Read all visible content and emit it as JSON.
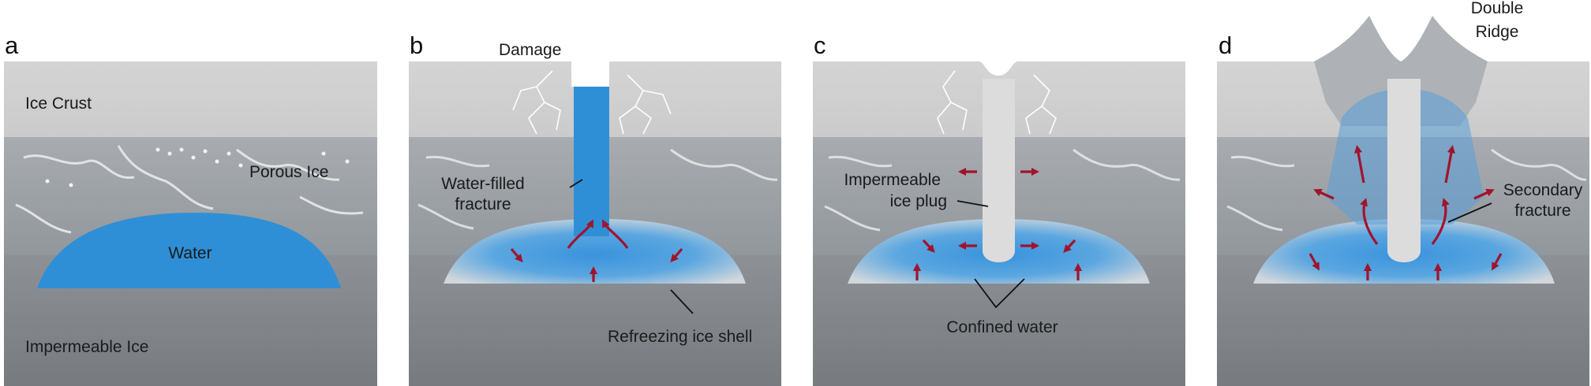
{
  "panels": {
    "a": {
      "letter": "a",
      "labels": {
        "ice_crust": "Ice Crust",
        "porous_ice": "Porous Ice",
        "water": "Water",
        "impermeable_ice": "Impermeable Ice"
      }
    },
    "b": {
      "letter": "b",
      "labels": {
        "damage": "Damage",
        "fracture_1": "Water-filled",
        "fracture_2": "fracture",
        "refreezing": "Refreezing ice shell"
      }
    },
    "c": {
      "letter": "c",
      "labels": {
        "plug_1": "Impermeable",
        "plug_2": "ice plug",
        "confined": "Confined water"
      }
    },
    "d": {
      "letter": "d",
      "labels": {
        "ridge_1": "Double",
        "ridge_2": "Ridge",
        "secondary_1": "Secondary",
        "secondary_2": "fracture"
      }
    }
  },
  "colors": {
    "water": "#2f8fd6",
    "arrow": "#a0142c",
    "ice_crust": "#d6d6d6",
    "porous_ice": "#9ea3a8",
    "impermeable_ice": "#7d8186"
  }
}
